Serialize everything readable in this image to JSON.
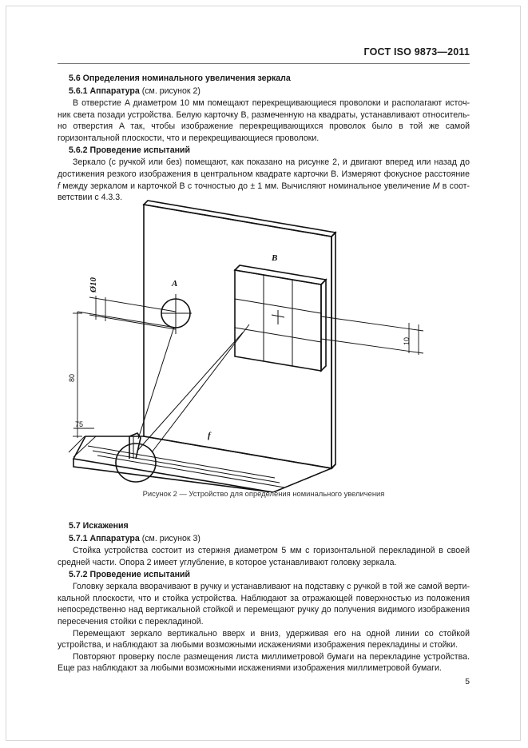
{
  "document": {
    "header_standard": "ГОСТ ISO 9873—2011",
    "page_number": "5"
  },
  "sections": {
    "s56": {
      "heading": "5.6  Определения номинального увеличения зеркала",
      "s561_label": "5.6.1  Аппаратура",
      "s561_note": "(см. рисунок 2)",
      "s561_para": "В отверстие A диаметром 10 мм помещают перекрещивающиеся проволоки и располагают источ­ник света позади устройства. Белую карточку B, размеченную на квадраты, устанавливают относитель­но отверстия A так, чтобы изображение перекрещивающихся проволок было в той же самой горизонтальной плоскости, что и перекрещивающиеся проволоки.",
      "s562_label": "5.6.2  Проведение испытаний",
      "s562_para_1": "Зеркало (с ручкой или без) помещают, как показано на рисунке 2, и двигают вперед или назад до достижения резкого изображения в центральном квадрате карточки B. Измеряют фокусное расстояние ",
      "s562_var_f": "f",
      "s562_para_2": " между зеркалом и карточкой B с точностью до ± 1 мм. Вычисляют номинальное увеличение ",
      "s562_var_m": "M",
      "s562_para_3": " в соот­ветствии с 4.3.3."
    },
    "s57": {
      "heading": "5.7  Искажения",
      "s571_label": "5.7.1  Аппаратура",
      "s571_note": "(см. рисунок 3)",
      "s571_para": "Стойка устройства состоит из стержня диаметром 5 мм с горизонтальной перекладиной в своей средней части. Опора 2 имеет углубление, в которое устанавливают головку зеркала.",
      "s572_label": "5.7.2  Проведение испытаний",
      "s572_para_1": "Головку зеркала вворачивают в ручку и устанавливают на подставку с ручкой в той же самой верти­кальной плоскости, что и стойка устройства. Наблюдают за отражающей поверхностью из положения непосредственно над вертикальной стойкой и перемещают ручку до получения видимого изображения пересечения стойки с перекладиной.",
      "s572_para_2": "Перемещают зеркало вертикально вверх и вниз, удерживая его на одной линии со стойкой устройства, и наблюдают за любыми возможными искажениями изображения перекладины и стойки.",
      "s572_para_3": "Повторяют проверку после размещения листа миллиметровой бумаги на перекладине устройства. Еще раз наблюдают за любыми возможными искажениями изображения миллиметровой бумаги."
    }
  },
  "figure": {
    "caption": "Рисунок 2 — Устройство для определения номинального увеличения",
    "labels": {
      "hole": "A",
      "card": "B",
      "focal": "f",
      "diameter": "Ø10",
      "height": "80",
      "card_offset": "10",
      "base_depth": "75"
    }
  }
}
